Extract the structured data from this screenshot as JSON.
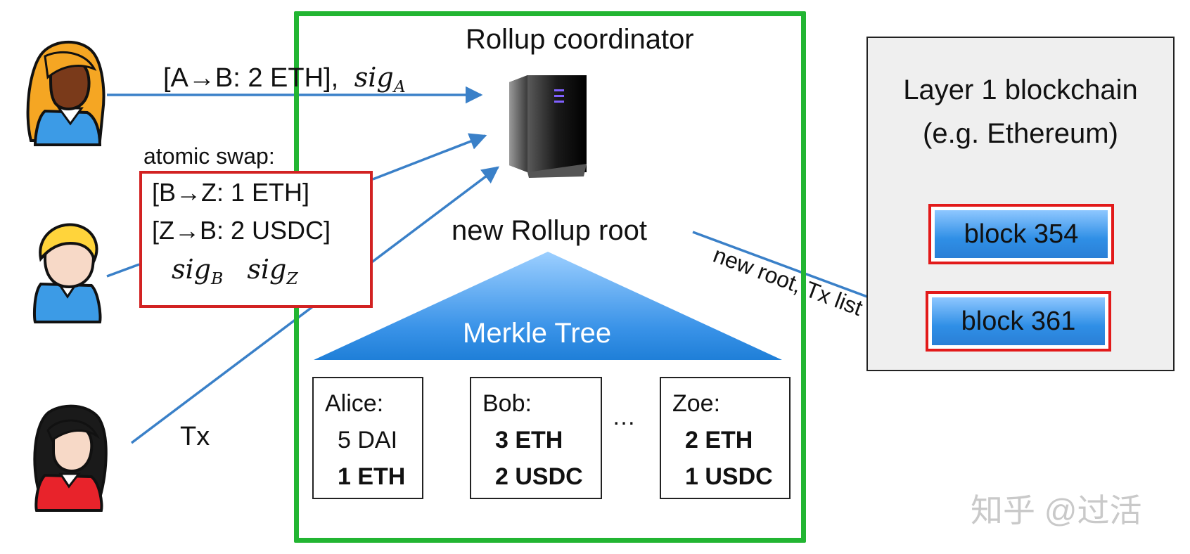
{
  "coordinator": {
    "title": "Rollup coordinator",
    "root_label": "new Rollup root"
  },
  "merkle": {
    "label": "Merkle Tree"
  },
  "leaves": [
    {
      "name": "Alice:",
      "lines": [
        {
          "text": "5 DAI",
          "bold": false
        },
        {
          "text": "1 ETH",
          "bold": true
        }
      ]
    },
    {
      "name": "Bob:",
      "lines": [
        {
          "text": "3 ETH",
          "bold": true
        },
        {
          "text": "2 USDC",
          "bold": true
        }
      ]
    },
    {
      "name": "Zoe:",
      "lines": [
        {
          "text": "2 ETH",
          "bold": true
        },
        {
          "text": "1 USDC",
          "bold": true
        }
      ]
    }
  ],
  "ellipsis": "…",
  "tx_alice": {
    "text": "[A→B:  2 ETH],",
    "sig": "sig",
    "sig_sub": "A"
  },
  "swap": {
    "title": "atomic swap:",
    "line1": "[B→Z:  1 ETH]",
    "line2": "[Z→B:  2 USDC]",
    "sig1": "sig",
    "sig1_sub": "B",
    "sig2": "sig",
    "sig2_sub": "Z"
  },
  "tx_zoe": {
    "label": "Tx"
  },
  "layer1": {
    "title_line1": "Layer 1 blockchain",
    "title_line2": "(e.g. Ethereum)",
    "blocks": [
      {
        "label": "block  354"
      },
      {
        "label": "block  361"
      }
    ]
  },
  "post_label": "new root, Tx list",
  "watermark": "知乎 @过活",
  "colors": {
    "frame_green": "#22b532",
    "arrow_blue": "#3a80c8",
    "box_red": "#d22222",
    "block_blue": "#2f8fe6"
  }
}
